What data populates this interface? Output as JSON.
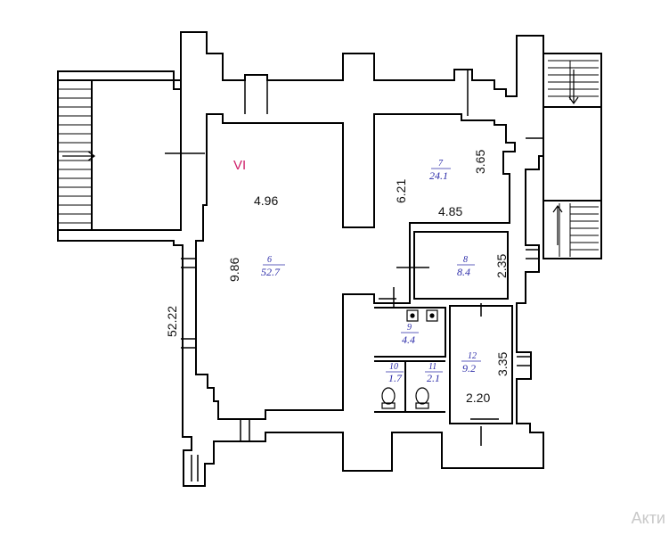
{
  "floor_label": "VI",
  "colors": {
    "wall": "#000000",
    "area_text": "#2a2aa8",
    "floor_label": "#d0206a",
    "watermark": "#c8c8c8"
  },
  "dimensions": {
    "d_496": "4.96",
    "d_986": "9.86",
    "d_5222": "52.22",
    "d_621": "6.21",
    "d_365": "3.65",
    "d_485": "4.85",
    "d_235": "2.35",
    "d_335": "3.35",
    "d_220": "2.20"
  },
  "rooms": {
    "r6": {
      "number": "6",
      "area": "52.7"
    },
    "r7": {
      "number": "7",
      "area": "24.1"
    },
    "r8": {
      "number": "8",
      "area": "8.4"
    },
    "r9": {
      "number": "9",
      "area": "4.4"
    },
    "r10": {
      "number": "10",
      "area": "1.7"
    },
    "r11": {
      "number": "11",
      "area": "2.1"
    },
    "r12": {
      "number": "12",
      "area": "9.2"
    }
  },
  "watermark": "Акти",
  "icons": [
    "stair-arrow-icon",
    "toilet-icon",
    "sink-icon"
  ]
}
